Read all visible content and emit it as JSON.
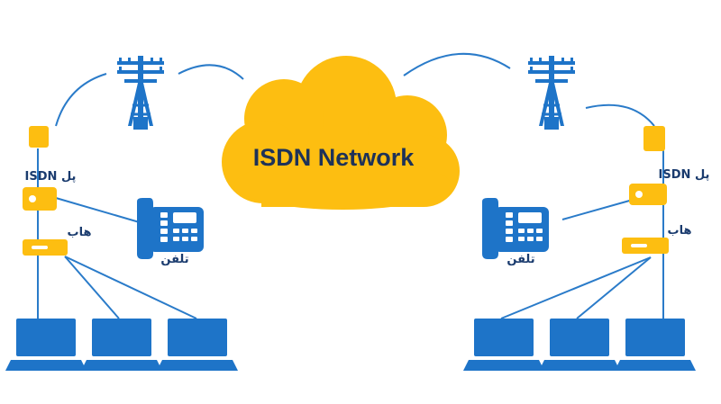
{
  "diagram": {
    "cloud": {
      "title": "ISDN Network"
    },
    "left_site": {
      "bridge_label": "پل ISDN",
      "hub_label": "هاب",
      "phone_label": "تلفن",
      "laptops": [
        "laptop-1",
        "laptop-2",
        "laptop-3"
      ]
    },
    "right_site": {
      "bridge_label": "پل ISDN",
      "hub_label": "هاب",
      "phone_label": "تلفن",
      "laptops": [
        "laptop-1",
        "laptop-2",
        "laptop-3"
      ]
    },
    "colors": {
      "accent_yellow": "#FDBE11",
      "device_blue": "#1E74C8",
      "line_blue": "#2A7BC9",
      "label_navy": "#1A3B6E"
    },
    "icons": [
      "utility-pole-icon",
      "cloud-icon",
      "telephone-icon",
      "laptop-icon",
      "modem-icon",
      "bridge-icon",
      "hub-icon"
    ]
  }
}
